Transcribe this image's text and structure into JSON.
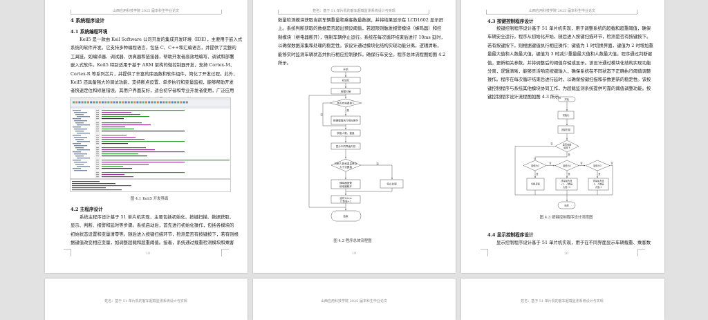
{
  "pages": [
    {
      "header": "山西应用科技学院 2025 届本科生毕业论文",
      "chapter_title": "4  系统程序设计",
      "section_1_title": "4.1  系统编程环境",
      "section_1_lines": [
        "Keil5 是一款由 Keil Software 公司开发的集成开发环境（IDE），主要用于嵌入式",
        "系统的软件开发。它支持多种编程语言，包括 C、C++和汇编语言，并提供了完整的",
        "工具链，如编译器、调试器、仿真器和链接器，帮助开发者高效地编写、调试和部署",
        "嵌入式软件。Keil5 特别适用于基于 ARM 架构的微控制器开发，支持 Cortex-M、",
        "Cortex-R 等系列芯片，并提供了丰富的库函数和软件组件，简化了开发过程。此外，",
        "Keil5 还具备强大的调试功能，支持断点设置、单步执行和变量监视，能够帮助开发",
        "者快速定位和修复错误。其用户界面友好，适合初学者和专业开发者使用，广泛应用",
        "于工业控制、汽车电子和智能家居等领域。其界面如图 4.1 所示："
      ],
      "figure_caption": "图 4.1 Keil5 开发界面",
      "section_2_title": "4.2  主程序设计",
      "section_2_lines": [
        "系统主程序设计基于 51 单片机实现，主要包括初始化、按键扫描、数据获取、",
        "显示、判断、报警和延时等步骤。系统启动后，首先进行初始化操作，包括各模块的",
        "初始状态设置和变量清零等。随后进入按键扫描环节，检测是否有按键按下，若有则根",
        "据键值改变相应变量，如调整超载和超重阈值。接着，系统通过载重检测模块和乘客"
      ],
      "page_number": "18"
    },
    {
      "header": "姓名：基于 51 单片机的客车超载监测系统设计与实现",
      "lines": [
        "数量检测模块获取当前车辆重量和乘客数量数据，并将结果显示在 LCD1602 显示屏",
        "上。系统判断获取的数据是否超出预设阈值，若超限则触发报警模块（蜂鸣器）和控",
        "制模块（继电器断开），强制车辆停止运行。系统在每次循环结束后进行 10ms 延时，",
        "以确保数据采集和处理的稳定性。该设计通过模块化结构实现功能分离，逻辑清晰，",
        "能够实时监测车辆状态并执行相应控制操作，确保行车安全。程序总体流程图如图 4.2",
        "所示。"
      ],
      "flowchart": {
        "start": "开始",
        "init": "初始化",
        "scan": "按键扫描",
        "key_pressed": "是否有按键按下",
        "yes": "是",
        "no": "否",
        "exec": "根据键值执行相应操作",
        "get_data": "获取人数、重量",
        "display": "显示不同界面内容",
        "check_1": "判断人数和重量是否",
        "check_2": "大于设置值",
        "alarm_1": "蜂鸣器报警",
        "alarm_2": "继电器断开",
        "stop": "停止处理",
        "delay_1": "延时10ms",
        "delay_2": "计数值+1",
        "end": "结束"
      },
      "figure_caption": "图 4.2  程序总体流程图",
      "page_number": "19"
    },
    {
      "header": "山西应用科技学院 2025 届本科生毕业论文",
      "section_3_title": "4.3  按键控制程序设计",
      "section_3_lines": [
        "按键控制程序设计基于 51 单片机实现，用于调整系统的超载和超重阈值，确保",
        "车辆安全运行。程序从初始化开始，随后进入按键扫描环节，检测是否有按键按下。",
        "若有按键按下，则根据键值执行相应操作：键值为 1 时切换界面，键值为 2 时增加重",
        "量最大值和人数最大值，键值为 3 时减少重量最大值和人数最大值。程序通过判断键",
        "值，更新相关参数，并将调整后的阈值存储或显示。该设计通过模块化结构实现功能",
        "分离，逻辑清晰，能够灵活响应按键输入，确保系统在不同状态下正确执行阈值调整",
        "操作。程序在每次循环结束后进行延时，以确保按键扫描和参数更新的稳定性。该按",
        "键控制程序与系统其他模块协同工作，为超载监测系统提供可靠的阈值调整功能。按",
        "键控制程序设计流程图如图 4.3 所示。"
      ],
      "flowchart": {
        "start": "开始",
        "init": "初始化",
        "scan": "按键扫描",
        "key_pressed_1": "是否有按",
        "key_pressed_2": "键按下",
        "yes": "是",
        "no": "否",
        "key1": "键值为1",
        "key2": "键值为2",
        "key3": "键值为3",
        "switch": "切换界面",
        "inc_1": "重量最大值",
        "inc_2": "+1、人数最",
        "inc_3": "大值+1",
        "dec_1": "重量最大值",
        "dec_2": "-1、人数最",
        "dec_3": "大值-1",
        "end": "结束"
      },
      "figure_caption": "图 4.3  按键控制程序设计流程图",
      "section_4_title": "4.4  显示控制程序设计",
      "section_4_lines": [
        "显示控制程序设计基于 51 单片机实现，用于在不同界面显示车辆载重、乘客数"
      ],
      "page_number": "20"
    }
  ],
  "next_row_headers": [
    "姓名：基于 51 单片机的客车超载监测系统设计与实现",
    "山西应用科技学院 2025 届本科生毕业论文",
    "姓名：基于 51 单片机的客车超载监测系统设计与实现"
  ]
}
